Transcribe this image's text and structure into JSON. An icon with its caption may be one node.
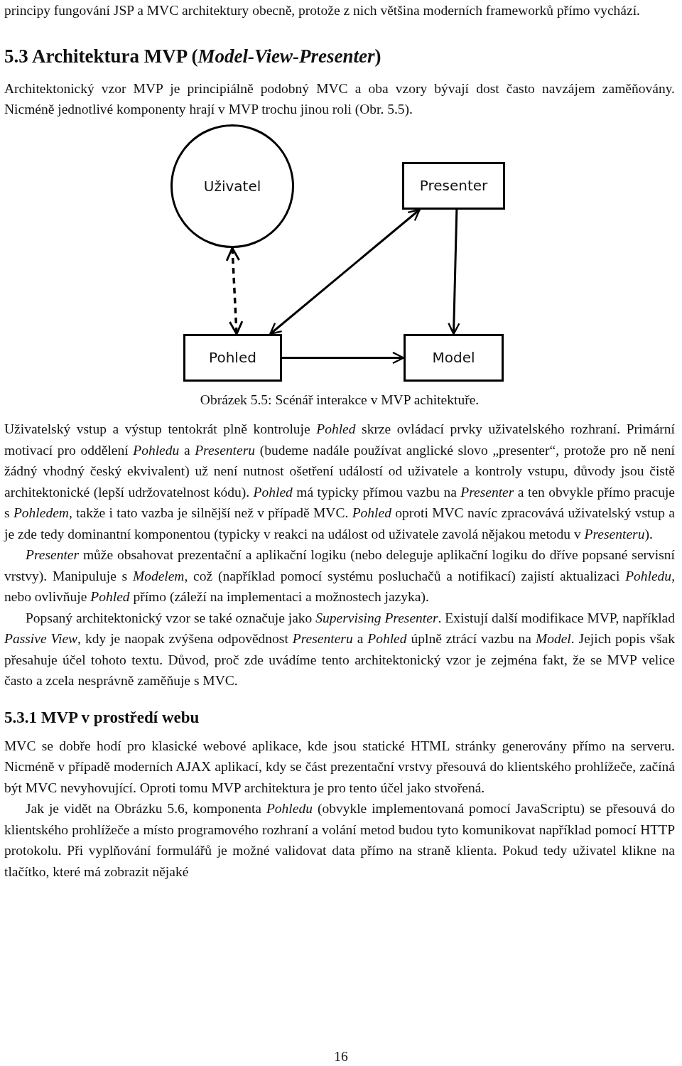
{
  "diagram": {
    "caption": "Obrázek 5.5: Scénář interakce v MVP achitektuře.",
    "nodes": [
      {
        "text": [
          "Uživatel"
        ]
      },
      {
        "text": [
          "Presenter"
        ]
      },
      {
        "text": [
          "Pohled"
        ]
      },
      {
        "text": [
          "Model"
        ]
      }
    ],
    "edges": [
      {
        "from": 0,
        "to": 2,
        "arrow": "both",
        "style": "dashed"
      },
      {
        "from": 2,
        "to": 1,
        "arrow": "both"
      },
      {
        "from": 1,
        "to": 3,
        "arrow": "to"
      },
      {
        "from": 2,
        "to": 3,
        "arrow": "to"
      }
    ],
    "labels": [
      "principy fungování JSP a MVC architektury obecně, protože z nich většina moderních frameworků přímo vychází.",
      "5.3 Architektura MVP (*Model-View-Presenter*)",
      "Architektonický vzor MVP je principiálně podobný MVC a oba vzory bývají dost často navzájem zaměňovány. Nicméně jednotlivé komponenty hrají v MVP trochu jinou roli (Obr. 5.5).",
      "Uživatelský vstup a výstup tentokrát plně kontroluje *Pohled* skrze ovládací prvky uživatelského rozhraní. Primární motivací pro oddělení *Pohledu* a *Presenteru* (budeme nadále používat anglické slovo „presenter“, protože pro ně není žádný vhodný český ekvivalent) už není nutnost ošetření událostí od uživatele a kontroly vstupu, důvody jsou čistě architektonické (lepší udržovatelnost kódu). *Pohled* má typicky přímou vazbu na *Presenter* a ten obvykle přímo pracuje s *Pohledem*, takže i tato vazba je silnější než v případě MVC. *Pohled* oproti MVC navíc zpracovává uživatelský vstup a je zde tedy dominantní komponentou (typicky v reakci na událost od uživatele zavolá nějakou metodu v *Presenteru*).",
      "*Presenter* může obsahovat prezentační a aplikační logiku (nebo deleguje aplikační logiku do dříve popsané servisní vrstvy). Manipuluje s *Modelem*, což (například pomocí systému posluchačů a notifikací) zajistí aktualizaci *Pohledu*, nebo ovlivňuje *Pohled* přímo (záleží na implementaci a možnostech jazyka).",
      "Popsaný architektonický vzor se také označuje jako *Supervising Presenter*. Existují další modifikace MVP, například *Passive View*, kdy je naopak zvýšena odpovědnost *Presenteru* a *Pohled* úplně ztrácí vazbu na *Model*. Jejich popis však přesahuje účel tohoto textu. Důvod, proč zde uvádíme tento architektonický vzor je zejména fakt, že se MVP velice často a zcela nesprávně zaměňuje s MVC.",
      "5.3.1 MVP v prostředí webu",
      "MVC se dobře hodí pro klasické webové aplikace, kde jsou statické HTML stránky generovány přímo na serveru. Nicméně v případě moderních AJAX aplikací, kdy se část prezentační vrstvy přesouvá do klientského prohlížeče, začíná být MVC nevyhovující. Oproti tomu MVP architektura je pro tento účel jako stvořená.",
      "Jak je vidět na Obrázku 5.6, komponenta *Pohledu* (obvykle implementovaná pomocí JavaScriptu) se přesouvá do klientského prohlížeče a místo programového rozhraní a volání metod budou tyto komunikovat například pomocí HTTP protokolu. Při vyplňování formulářů je možné validovat data přímo na straně klienta. Pokud tedy uživatel klikne na tlačítko, které má zobrazit nějaké",
      "16"
    ]
  }
}
